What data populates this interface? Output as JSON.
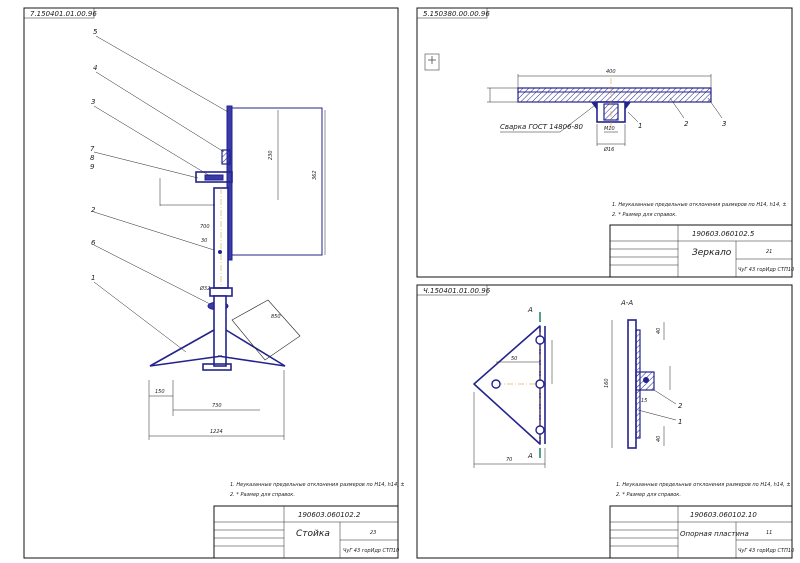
{
  "sheets": {
    "stand": {
      "stamp": "7.150401.01.00.96",
      "doc_code": "190603.060102.2",
      "name": "Стойка",
      "org": "ЧуГ 43 горИдр СТП10",
      "sheet": "23",
      "notes": [
        "1. Неуказанные предельные отклонения размеров по H14, h14, ±",
        "2. * Размер для справок."
      ],
      "callouts": [
        "5",
        "4",
        "3",
        "7",
        "8",
        "9",
        "2",
        "6",
        "1"
      ],
      "dims": {
        "d230": "230",
        "d362": "362",
        "d700": "700",
        "d730": "730",
        "d1224": "1224",
        "d850": "850",
        "d150": "150",
        "d32": "Ø32",
        "d30": "30"
      }
    },
    "mirror": {
      "stamp": "5.150380.00.00.96",
      "doc_code": "190603.060102.5",
      "name": "Зеркало",
      "org": "ЧуГ 43 горИдр СТП10",
      "sheet": "21",
      "weld_label": "Сварка ГОСТ 14806-80",
      "notes": [
        "1. Неуказанные предельные отклонения размеров по H14, h14, ±",
        "2. * Размер для справок."
      ],
      "callouts": [
        "1",
        "2",
        "3"
      ],
      "dims": {
        "d400": "400",
        "dM10": "M10",
        "dW16": "Ø16"
      }
    },
    "plate": {
      "stamp": "Ч.150401.01.00.96",
      "doc_code": "190603.060102.10",
      "name": "Опорная пластина",
      "org": "ЧуГ 43 горИдр СТП10",
      "sheet": "11",
      "section_label": "А-А",
      "section_marks": [
        "A",
        "A"
      ],
      "notes": [
        "1. Неуказанные предельные отклонения размеров по H14, h14, ±",
        "2. * Размер для справок."
      ],
      "callouts": [
        "2",
        "1"
      ],
      "dims": {
        "d50": "50",
        "d160": "160",
        "d70": "70",
        "d40": "40",
        "d15": "15"
      }
    }
  },
  "colors": {
    "line": "#23238e",
    "frame": "#111111",
    "center": "#e08a1e",
    "section": "#2a8a6a"
  }
}
